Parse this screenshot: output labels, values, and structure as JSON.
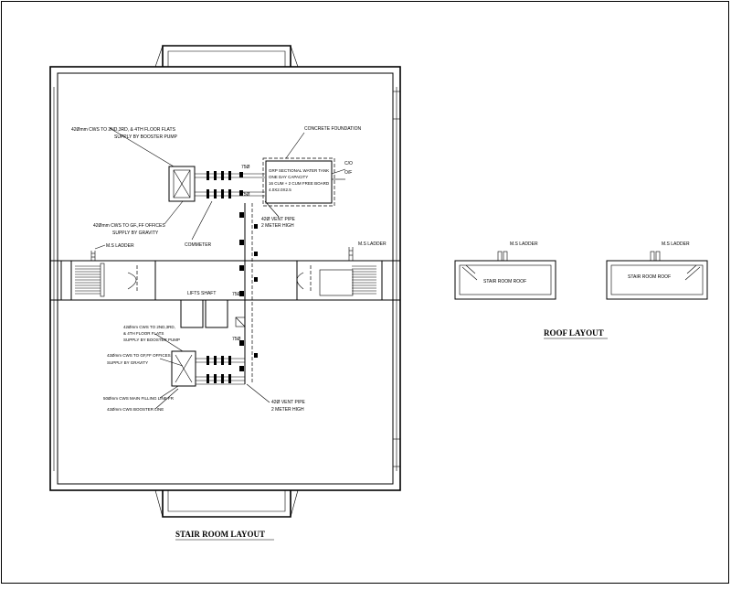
{
  "drawing": {
    "stair_room_title": "STAIR ROOM LAYOUT",
    "roof_title": "ROOF LAYOUT",
    "labels": {
      "cws_upper_top": "42Ømm CWS TO 2ND,3RD, & 4TH FLOOR FLATS",
      "supply_booster_top": "SUPPLY BY BOOSTER PUMP",
      "concrete_foundation": "CONCRETE FOUNDATION",
      "tank_1": "GRP SECTIONAL WATER TANK",
      "tank_2": "ONE DAY CAPACITY",
      "tank_3": "16 CUM + 2 CUM FREE BOARD",
      "tank_4": "4.0X2.0X2.5",
      "co": "C/O",
      "of": "O/F",
      "p75_a": "75Ø",
      "p75_b": "75Ø",
      "p75_c": "75Ø",
      "p75_d": "75Ø",
      "vent_top_1": "42Ø VENT PIPE",
      "vent_top_2": "2 METER HIGH",
      "cws_gf_1": "42Ømm CWS TO GF.,FF OFFICES",
      "cws_gf_2": "SUPPLY BY GRAVITY",
      "commeter": "COMMETER",
      "ms_ladder_left": "M.S LADDER",
      "ms_ladder_right": "M.S LADDER",
      "lifts_shaft": "LIFTS SHAFT",
      "cws_lower_1": "42Ømm CWS TO 2ND,3RD,",
      "cws_lower_2": "& 4TH FLOOR FLATS",
      "cws_lower_3": "SUPPLY BY BOOSTER PUMP",
      "cws_lower_4": "42Ømm CWS TO GF,FF OFFICES",
      "cws_lower_5": "SUPPLY BY GRAVITY",
      "main_filling": "50Ømm CWS MAIN FILLING LINE FR",
      "booster_line": "42Ømm CWS BOOSTER LINE",
      "vent_bot_1": "42Ø VENT PIPE",
      "vent_bot_2": "2 METER HIGH",
      "roof_ms_ladder_1": "M.S LADDER",
      "roof_ms_ladder_2": "M.S LADDER",
      "stair_room_roof_1": "STAIR ROOM ROOF",
      "stair_room_roof_2": "STAIR ROOM ROOF"
    }
  }
}
